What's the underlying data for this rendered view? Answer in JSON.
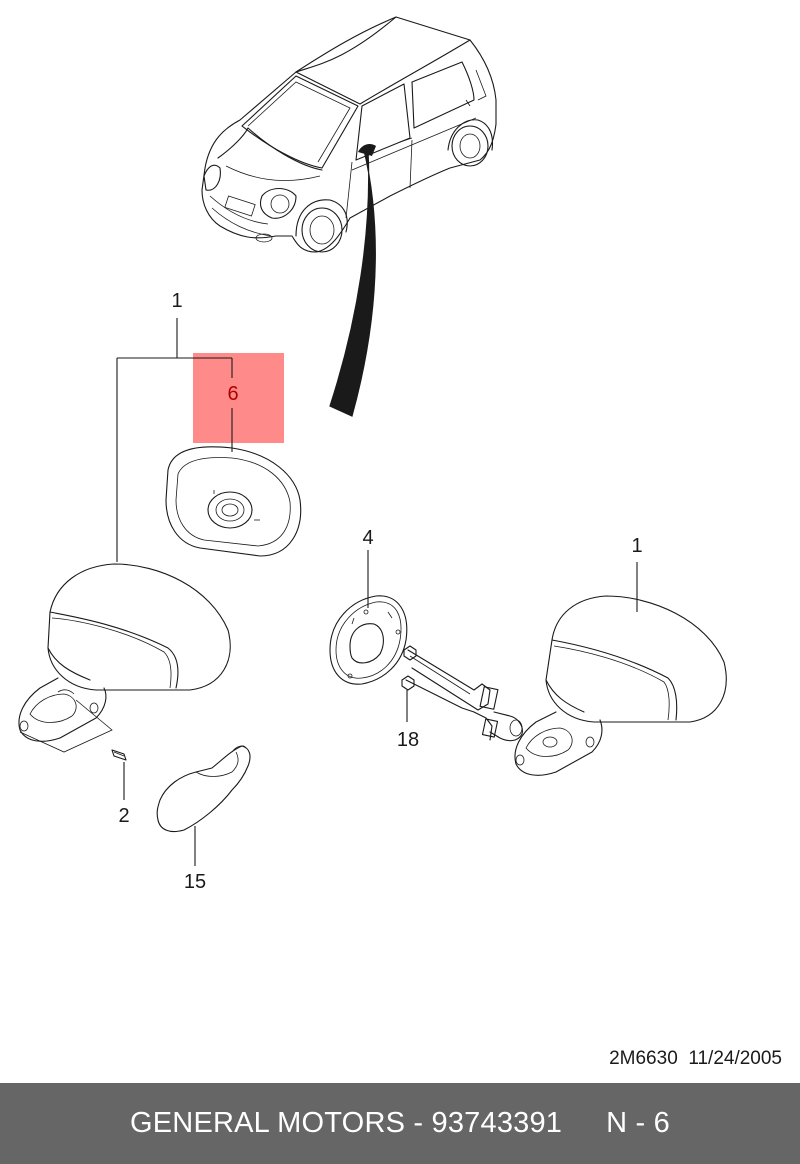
{
  "diagram": {
    "callouts": {
      "mirror_left": "1",
      "glass": "6",
      "mirror_right": "1",
      "gasket": "4",
      "screw": "2",
      "cover": "15",
      "nut": "18"
    },
    "reference_line": "2M6630  11/24/2005",
    "highlight_color": "#ff8a8a"
  },
  "footer": {
    "manufacturer_part": "GENERAL MOTORS - 93743391",
    "position": "N - 6",
    "background": "#666666"
  }
}
